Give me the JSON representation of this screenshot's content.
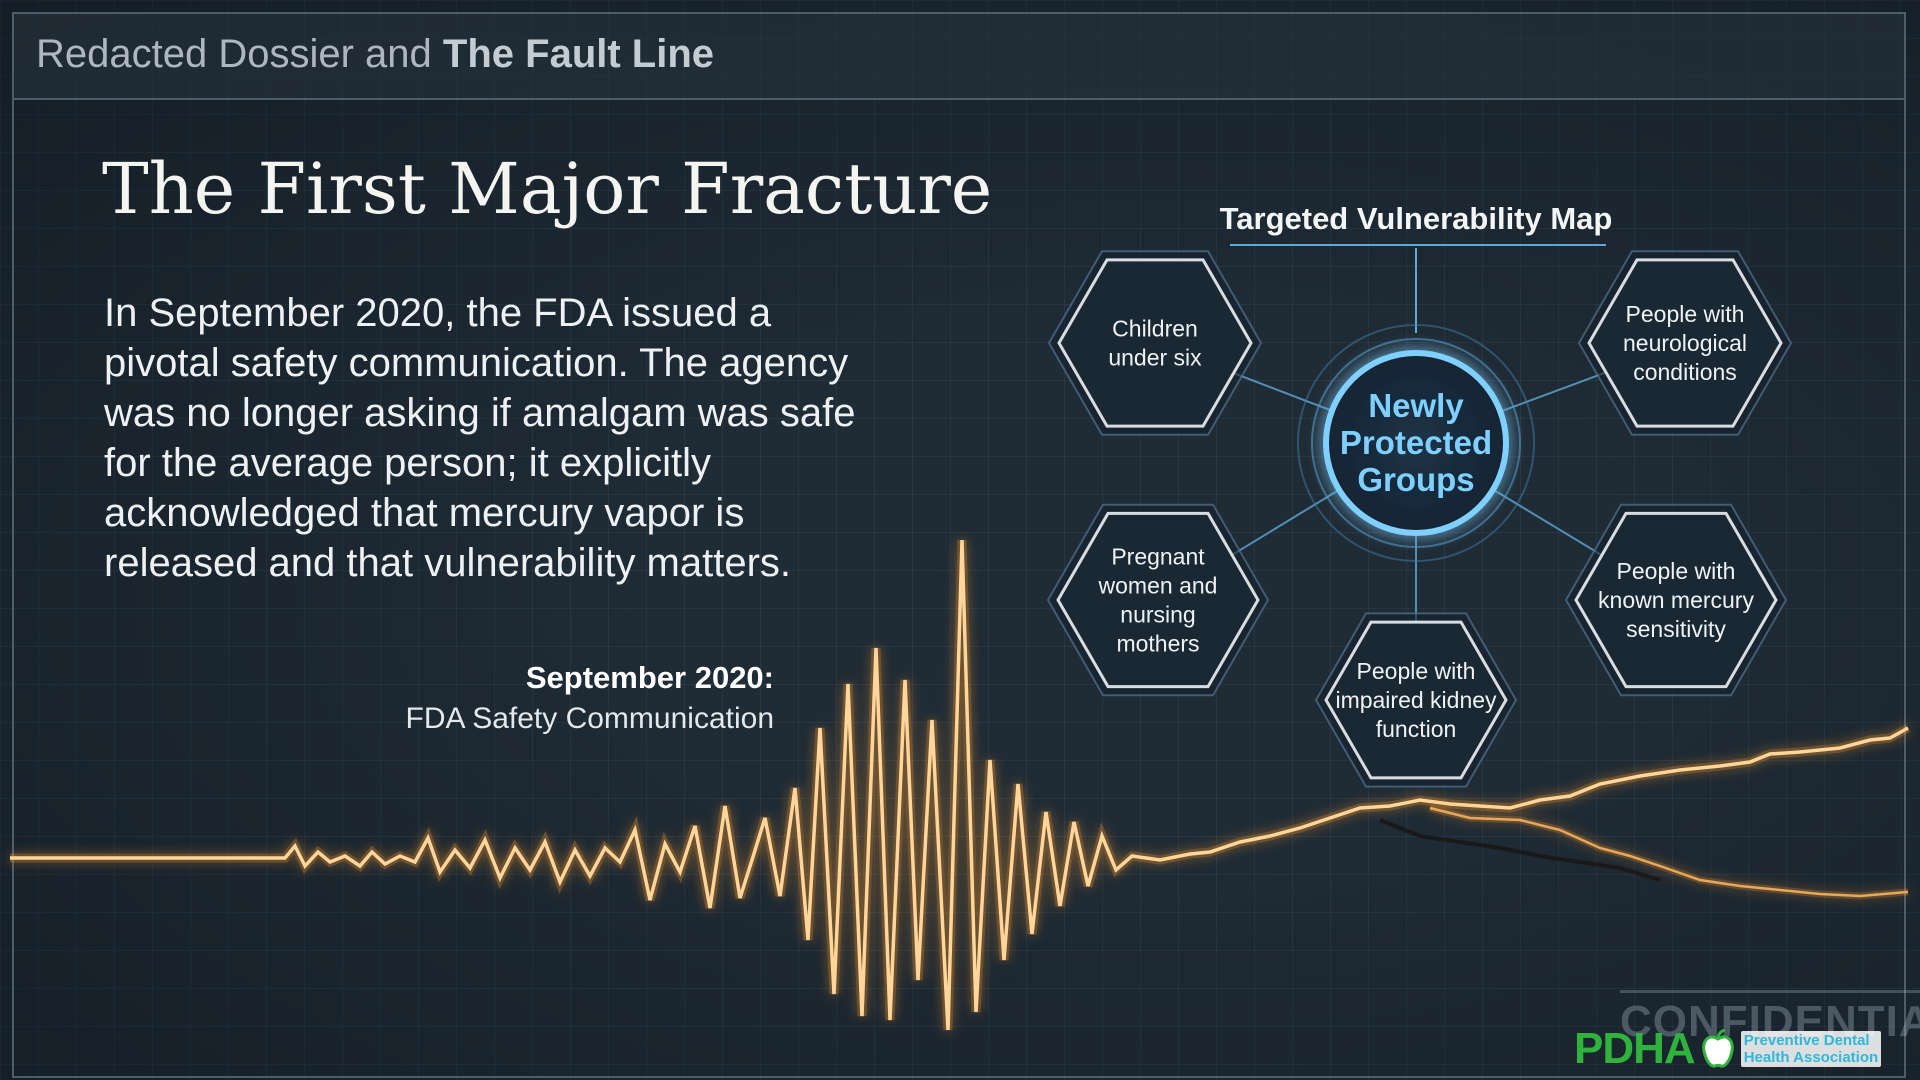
{
  "header": {
    "title_regular": "Redacted Dossier and",
    "title_bold": "The Fault Line"
  },
  "slide": {
    "title": "The First Major Fracture",
    "body": "In September 2020, the FDA issued a pivotal safety communication. The agency was no longer asking if amalgam was safe for the average person; it explicitly acknowledged that mercury vapor is released and that vulnerability matters."
  },
  "event": {
    "date": "September 2020:",
    "description": "FDA Safety Communication"
  },
  "vulnerability_map": {
    "title": "Targeted Vulnerability Map",
    "center": {
      "lines": [
        "Newly",
        "Protected",
        "Groups"
      ]
    },
    "groups": [
      {
        "id": "children",
        "lines": [
          "Children",
          "under six"
        ]
      },
      {
        "id": "neuro",
        "lines": [
          "People with",
          "neurological",
          "conditions"
        ]
      },
      {
        "id": "pregnant",
        "lines": [
          "Pregnant",
          "women and",
          "nursing",
          "mothers"
        ]
      },
      {
        "id": "mercury",
        "lines": [
          "People with",
          "known mercury",
          "sensitivity"
        ]
      },
      {
        "id": "kidney",
        "lines": [
          "People with",
          "impaired kidney",
          "function"
        ]
      }
    ]
  },
  "stamp": {
    "text": "CONFIDENTIAL"
  },
  "logo": {
    "mark": "PDHA",
    "line1": "Preventive Dental",
    "line2": "Health Association"
  },
  "colors": {
    "background": "#1f2b35",
    "signal": "#ffb347",
    "accent_blue": "#7fd0ff",
    "logo_green": "#2fb33d"
  },
  "icons": [
    "apple-tooth-icon"
  ]
}
